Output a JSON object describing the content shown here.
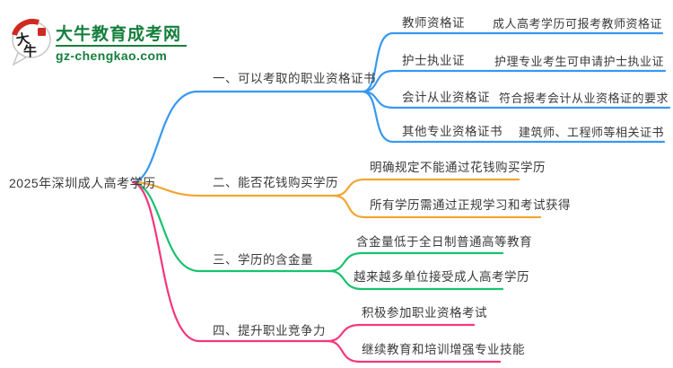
{
  "logo": {
    "brand": "大牛教育成考网",
    "url": "gz-chengkao.com",
    "brand_color": "#157f3d"
  },
  "root": {
    "label": "2025年深圳成人高考学历"
  },
  "branches": [
    {
      "label": "一、可以考取的职业资格证书",
      "color": "#3898F0",
      "children": [
        {
          "label": "教师资格证",
          "leaf": "成人高考学历可报考教师资格证"
        },
        {
          "label": "护士执业证",
          "leaf": "护理专业考生可申请护士执业证"
        },
        {
          "label": "会计从业资格证",
          "leaf": "符合报考会计从业资格证的要求"
        },
        {
          "label": "其他专业资格证书",
          "leaf": "建筑师、工程师等相关证书"
        }
      ]
    },
    {
      "label": "二、能否花钱购买学历",
      "color": "#F2A632",
      "children": [
        {
          "label": "明确规定不能通过花钱购买学历"
        },
        {
          "label": "所有学历需通过正规学习和考试获得"
        }
      ]
    },
    {
      "label": "三、学历的含金量",
      "color": "#17C26E",
      "children": [
        {
          "label": "含金量低于全日制普通高等教育"
        },
        {
          "label": "越来越多单位接受成人高考学历"
        }
      ]
    },
    {
      "label": "四、提升职业竞争力",
      "color": "#F4367E",
      "children": [
        {
          "label": "积极参加职业资格考试"
        },
        {
          "label": "继续教育和培训增强专业技能"
        }
      ]
    }
  ]
}
